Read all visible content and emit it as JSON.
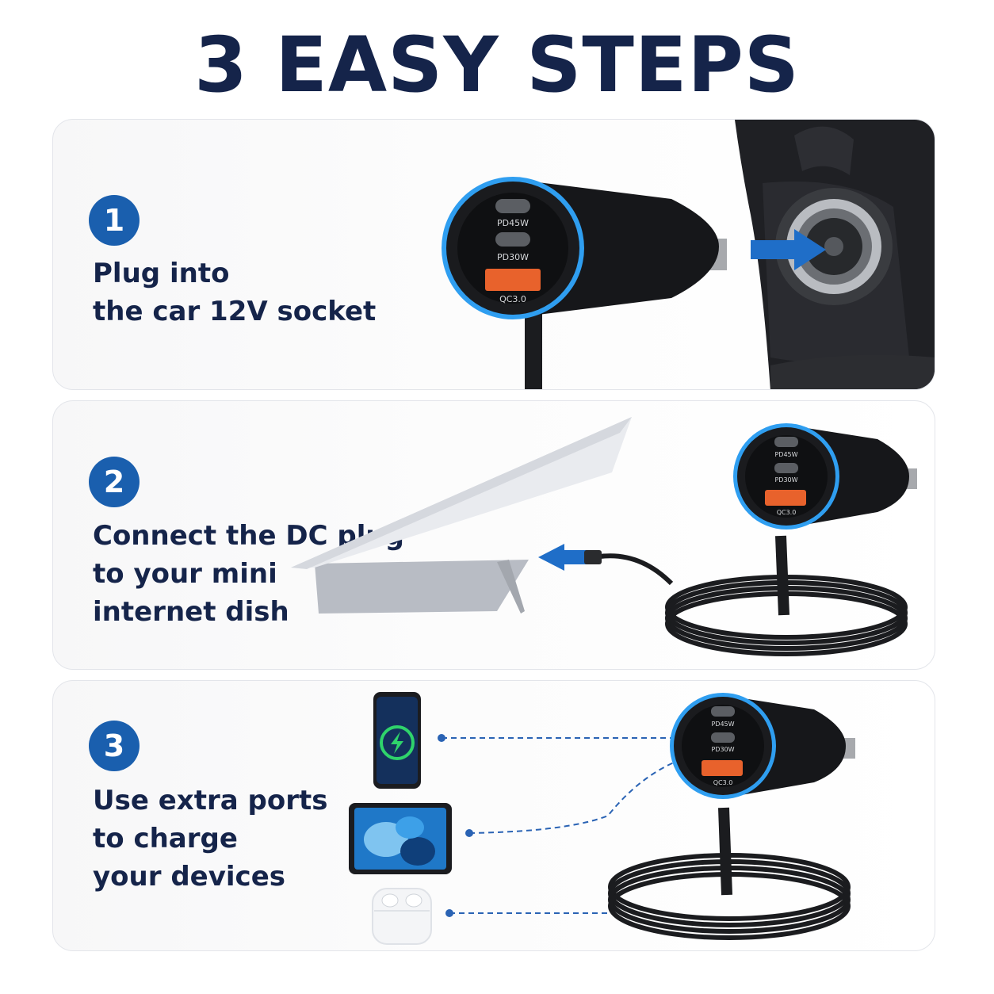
{
  "title": "3 EASY STEPS",
  "steps": [
    {
      "number": "1",
      "text": "Plug into\nthe car 12V socket"
    },
    {
      "number": "2",
      "text": "Connect the DC plug\nto your mini\ninternet dish"
    },
    {
      "number": "3",
      "text": "Use extra ports\nto charge\nyour devices"
    }
  ],
  "charger_labels": {
    "port1": "PD45W",
    "port2": "PD30W",
    "port3": "QC3.0"
  },
  "icons": [
    "car-charger",
    "car-socket",
    "satellite-dish",
    "phone",
    "tablet",
    "earbuds-case",
    "arrow-right-icon",
    "arrow-left-icon"
  ],
  "colors": {
    "title": "#15244a",
    "badge": "#1a5fae",
    "arrow": "#1f6ec8",
    "charger_ring": "#2f9ef0",
    "port_orange": "#e8622c"
  }
}
